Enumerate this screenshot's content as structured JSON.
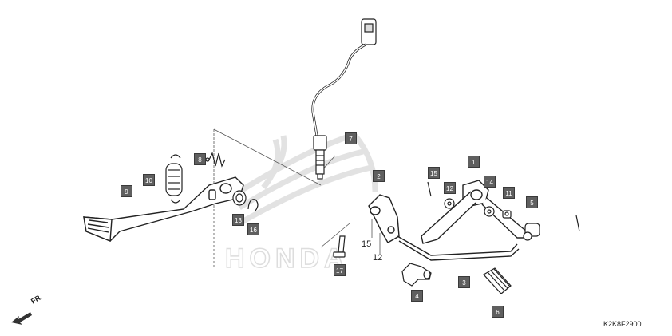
{
  "diagram": {
    "code": "K2K8F2900",
    "front_label": "FR.",
    "watermark": "HONDA",
    "callouts": {
      "c1": "1",
      "c2": "2",
      "c3": "3",
      "c4": "4",
      "c5": "5",
      "c6": "6",
      "c7": "7",
      "c8": "8",
      "c9": "9",
      "c10": "10",
      "c11": "11",
      "c12": "12",
      "c13": "13",
      "c14": "14",
      "c15": "15",
      "c16": "16",
      "c17": "17"
    },
    "plain_labels": {
      "p15": "15",
      "p12": "12"
    }
  },
  "colors": {
    "callout_bg": "#5f5f5f",
    "line": "#222222",
    "watermark": "#e4e4e4"
  }
}
